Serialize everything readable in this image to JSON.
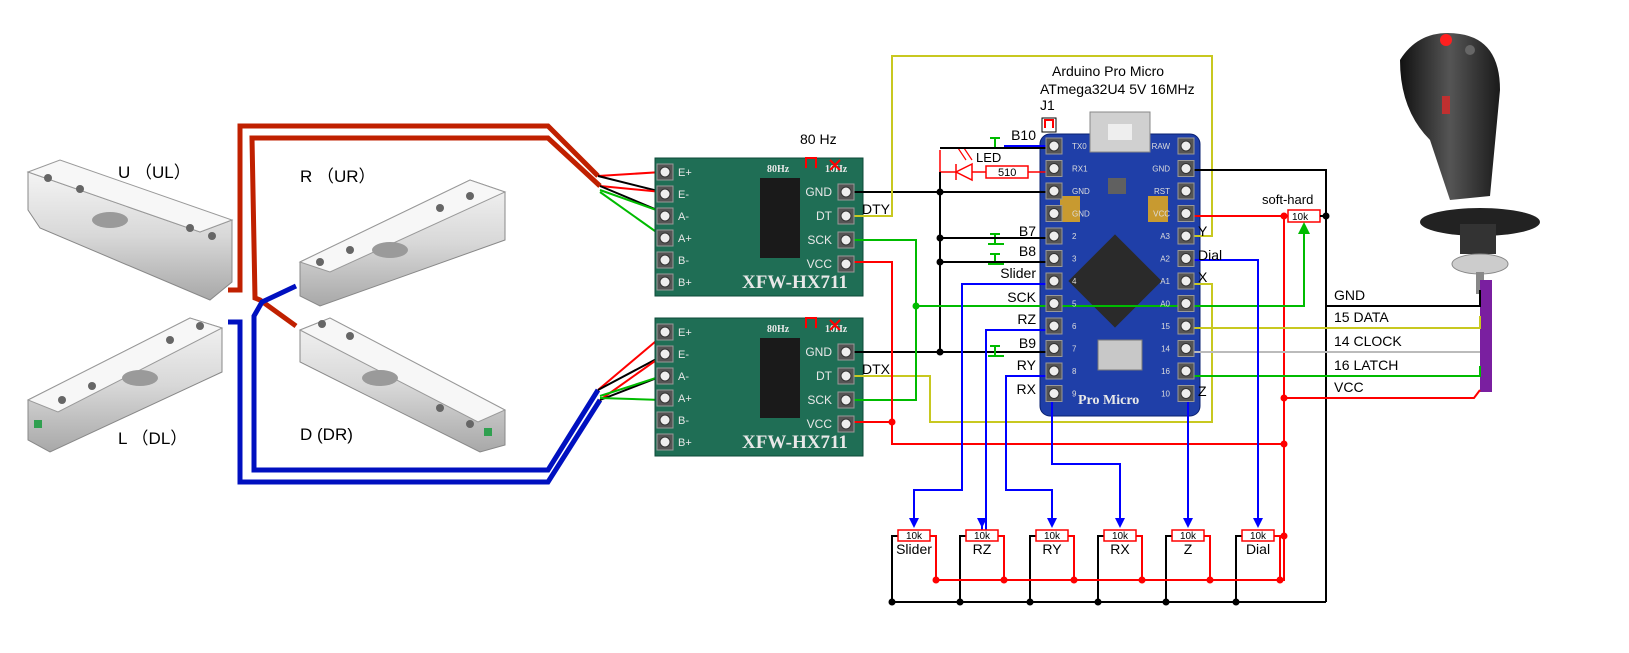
{
  "load_cells": {
    "ul": "U （UL）",
    "ur": "R （UR）",
    "dl": "L （DL）",
    "dr": "D (DR)"
  },
  "hx711": {
    "board_name": "XFW-HX711",
    "freq_label": "80 Hz",
    "pcb_80hz": "80Hz",
    "pcb_10hz": "10Hz",
    "left_pins": [
      "E+",
      "E-",
      "A-",
      "A+",
      "B-",
      "B+"
    ],
    "right_pins": [
      "GND",
      "DT",
      "SCK",
      "VCC"
    ],
    "top_out": "DTY",
    "bottom_out": "DTX"
  },
  "arduino": {
    "title_line1": "Arduino Pro Micro",
    "title_line2": "ATmega32U4 5V 16MHz",
    "jumper": "J1",
    "led": "LED",
    "resistor": "510",
    "pcb_label": "Pro Micro",
    "left_signals": [
      "B10",
      "B7",
      "B8",
      "Slider",
      "SCK",
      "RZ",
      "B9",
      "RY",
      "RX"
    ],
    "right_signals": [
      "Y",
      "Dial",
      "X",
      "Z"
    ],
    "silk_left": [
      "TX0",
      "RX1",
      "GND",
      "GND",
      "2",
      "3",
      "4",
      "5",
      "6",
      "7",
      "8",
      "9"
    ],
    "silk_right": [
      "RAW",
      "GND",
      "RST",
      "VCC",
      "A3",
      "A2",
      "A1",
      "A0",
      "15",
      "14",
      "16",
      "10"
    ]
  },
  "softhard": {
    "label": "soft-hard",
    "value": "10k"
  },
  "joystick_bus": [
    "GND",
    "15 DATA",
    "14 CLOCK",
    "16 LATCH",
    "VCC"
  ],
  "pots": {
    "value": "10k",
    "labels": [
      "Slider",
      "RZ",
      "RY",
      "RX",
      "Z",
      "Dial"
    ]
  },
  "colors": {
    "red": "#ff0000",
    "blue": "#0000ff",
    "green": "#00bb00",
    "yellow": "#c8c820",
    "black": "#000000",
    "gray": "#bbbbbb",
    "purple": "#7a1fa0",
    "cable_red": "#c02000",
    "cable_blue": "#0010c0",
    "pcb_green": "#1f6e55",
    "pcb_blue": "#1f3fa8"
  }
}
